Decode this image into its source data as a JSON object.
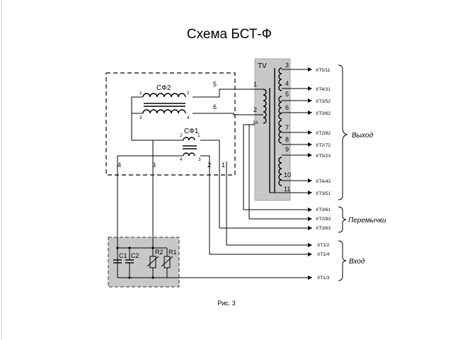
{
  "title": "Схема БСТ-Ф",
  "caption": "Рис. 3",
  "transformer": {
    "label": "TV",
    "taps": [
      "3",
      "4",
      "5",
      "6",
      "7",
      "8",
      "9",
      "10",
      "11"
    ],
    "primary_taps": [
      "1",
      "2",
      "2A"
    ]
  },
  "filters": {
    "sf2": {
      "label": "СФ2",
      "pins": [
        "1",
        "2",
        "3",
        "4"
      ]
    },
    "sf1": {
      "label": "СФ1",
      "pins": [
        "2",
        "1",
        "4",
        "3"
      ]
    }
  },
  "block_pins": [
    "5",
    "6",
    "4",
    "3",
    "2",
    "1"
  ],
  "components": {
    "c1": "C1",
    "c2": "C2",
    "r2": "R2",
    "r1": "R1"
  },
  "terminals": {
    "output": [
      "XT5/11",
      "XT4/31",
      "XT3/52",
      "XT3/62",
      "XT2/82",
      "XT2/72",
      "XT5/23",
      "XT4/43",
      "XT3/51"
    ],
    "jumpers": [
      "XT3/61",
      "XT2/83",
      "XT3/63"
    ],
    "input": [
      "XT1/2",
      "XT1/4",
      "XT1/3"
    ]
  },
  "groups": {
    "output": "Выход",
    "jumpers": "Перемычки",
    "input": "Вход"
  }
}
